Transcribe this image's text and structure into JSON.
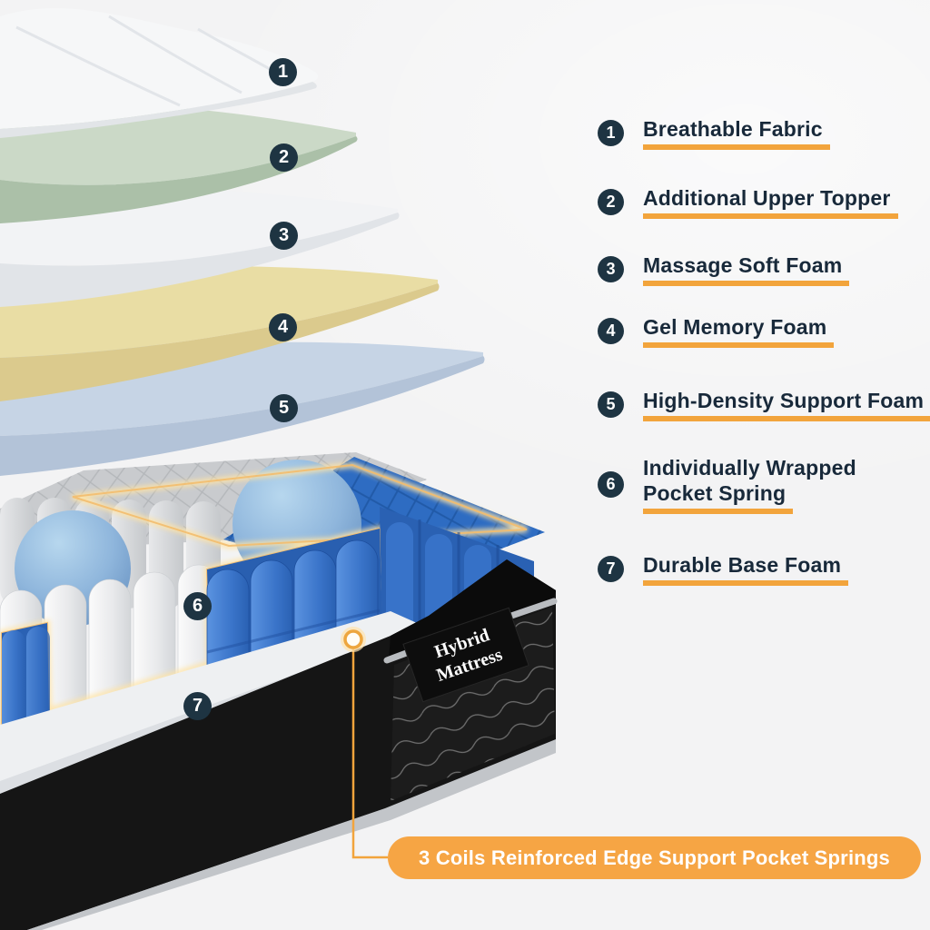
{
  "colors": {
    "background": "#f3f3f4",
    "accent": "#F2A43C",
    "accent-strong": "#F6A544",
    "navy": "#1E3442",
    "text": "#18293A",
    "pill-text": "#ffffff",
    "spring-blue": "#2E6CC2",
    "base-black": "#151515"
  },
  "illustration": {
    "markers": [
      "1",
      "2",
      "3",
      "4",
      "5",
      "6",
      "7"
    ],
    "tag": {
      "line1": "Hybrid",
      "line2": "Mattress"
    }
  },
  "legend": {
    "items": [
      {
        "number": "1",
        "lines": [
          "Breathable Fabric"
        ]
      },
      {
        "number": "2",
        "lines": [
          "Additional Upper Topper"
        ]
      },
      {
        "number": "3",
        "lines": [
          "Massage Soft Foam"
        ]
      },
      {
        "number": "4",
        "lines": [
          "Gel Memory Foam"
        ]
      },
      {
        "number": "5",
        "lines": [
          "High-Density Support Foam"
        ]
      },
      {
        "number": "6",
        "lines": [
          "Individually Wrapped",
          "Pocket Spring"
        ]
      },
      {
        "number": "7",
        "lines": [
          "Durable Base Foam"
        ]
      }
    ]
  },
  "callout": {
    "label": "3 Coils Reinforced Edge Support Pocket Springs"
  }
}
